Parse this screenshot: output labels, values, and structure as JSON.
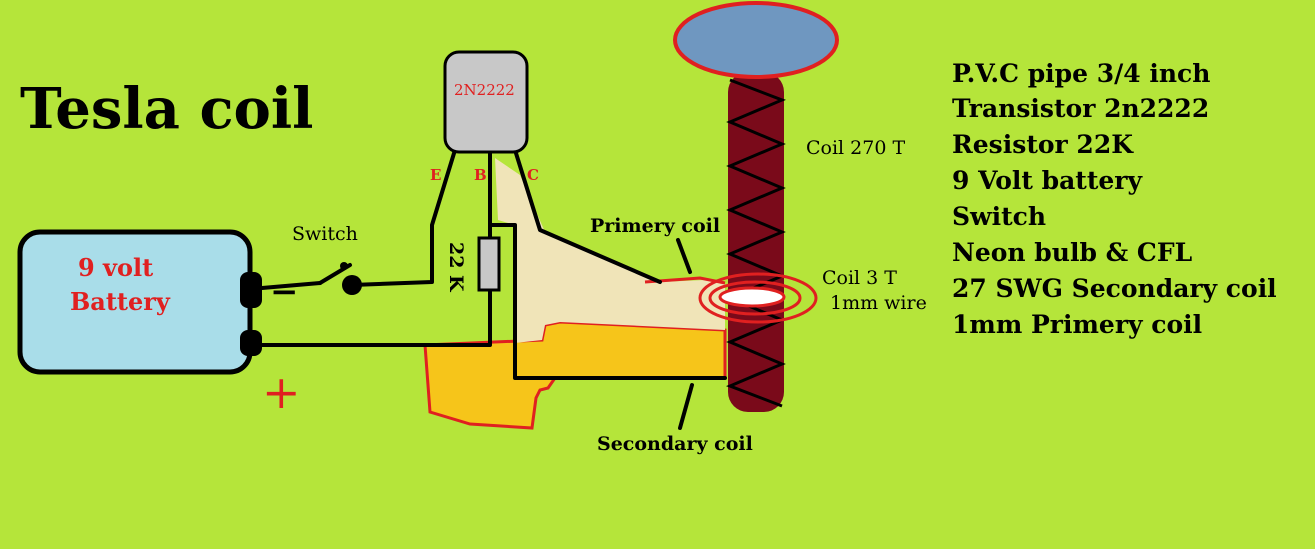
{
  "title": "Tesla coil",
  "battery": {
    "label_line1": "9 volt",
    "label_line2": "Battery",
    "minus_sign": "−",
    "plus_sign": "+"
  },
  "switch_label": "Switch",
  "transistor": {
    "name": "2N2222",
    "pin_e": "E",
    "pin_b": "B",
    "pin_c": "C"
  },
  "resistor_label": "22 K",
  "labels": {
    "coil_270": "Coil  270 T",
    "primary_coil": "Primery coil",
    "coil_3t_line1": "Coil 3 T",
    "coil_3t_line2": "1mm wire",
    "secondary_coil": "Secondary coil"
  },
  "parts_list": [
    "P.V.C pipe 3/4 inch",
    "Transistor 2n2222",
    "Resistor 22K",
    "9 Volt battery",
    "Switch",
    "Neon bulb & CFL",
    "27 SWG Secondary coil",
    "1mm Primery coil"
  ],
  "colors": {
    "background": "#b5e53a",
    "battery_fill": "#a9dde9",
    "transistor_fill": "#c8c8c8",
    "coil_fill": "#7a0a1a",
    "top_load_fill": "#6f97c0",
    "top_load_stroke": "#e02020",
    "primary_band": "#f0e4b8",
    "secondary_band": "#f6c51a",
    "label_red": "#e02020"
  }
}
